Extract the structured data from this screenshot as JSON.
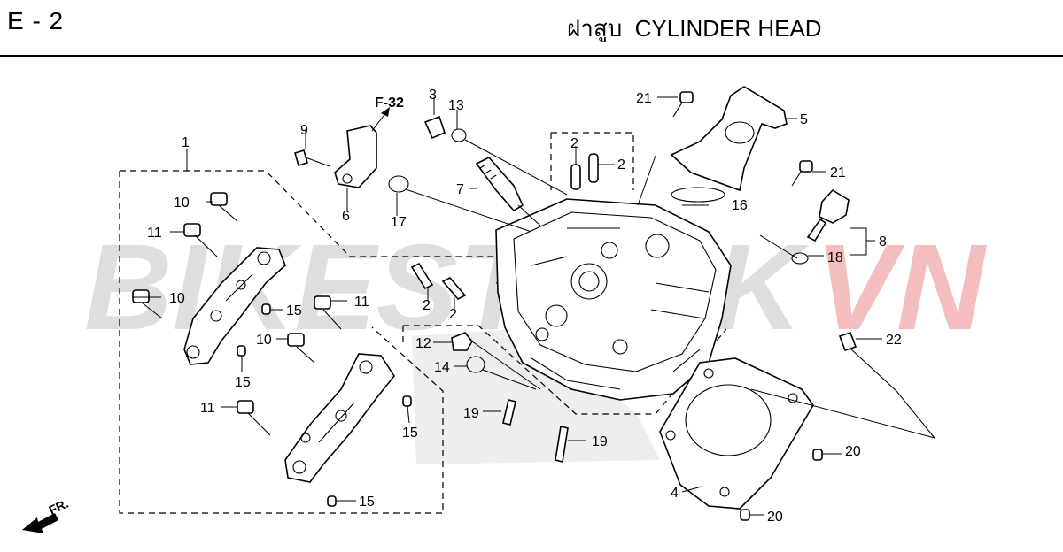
{
  "header": {
    "code": "E - 2",
    "title": "ฝาสูบ  CYLINDER HEAD"
  },
  "watermark": {
    "text_main": "BIKESTOCK",
    "text_accent": "VN",
    "color_main": "#d9d9d9",
    "color_accent": "#f3b3b3"
  },
  "reference": {
    "label": "F-32"
  },
  "direction": {
    "label": "FR."
  },
  "callouts": {
    "c1": "1",
    "c2a": "2",
    "c2b": "2",
    "c2c": "2",
    "c2d": "2",
    "c3": "3",
    "c4": "4",
    "c5": "5",
    "c6": "6",
    "c7": "7",
    "c8": "8",
    "c9": "9",
    "c10a": "10",
    "c10b": "10",
    "c10c": "10",
    "c11a": "11",
    "c11b": "11",
    "c11c": "11",
    "c12": "12",
    "c13": "13",
    "c14": "14",
    "c15a": "15",
    "c15b": "15",
    "c15c": "15",
    "c15d": "15",
    "c16": "16",
    "c17": "17",
    "c18": "18",
    "c19a": "19",
    "c19b": "19",
    "c20a": "20",
    "c20b": "20",
    "c21a": "21",
    "c21b": "21",
    "c22": "22"
  }
}
